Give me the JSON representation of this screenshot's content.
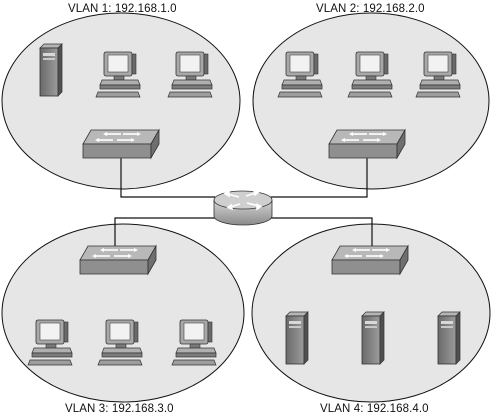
{
  "diagram": {
    "vlans": [
      {
        "id": "vlan-1",
        "label": "VLAN 1: 192.168.1.0",
        "devices": [
          "server-icon",
          "pc-icon",
          "pc-icon"
        ]
      },
      {
        "id": "vlan-2",
        "label": "VLAN 2: 192.168.2.0",
        "devices": [
          "pc-icon",
          "pc-icon",
          "pc-icon"
        ]
      },
      {
        "id": "vlan-3",
        "label": "VLAN 3: 192.168.3.0",
        "devices": [
          "pc-icon",
          "pc-icon",
          "pc-icon"
        ]
      },
      {
        "id": "vlan-4",
        "label": "VLAN 4: 192.168.4.0",
        "devices": [
          "server-icon",
          "server-icon",
          "server-icon"
        ]
      }
    ],
    "central_device": "router-icon",
    "colors": {
      "ellipse_fill": "#e6e6e6",
      "device_gray": "#9a9a9a",
      "device_dark": "#5e5e5e",
      "screen": "#f2f2f2",
      "line": "#111111"
    }
  }
}
